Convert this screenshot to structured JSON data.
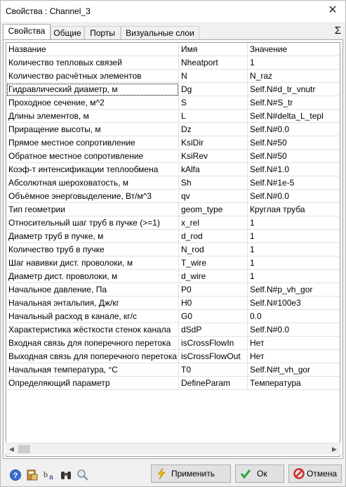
{
  "window": {
    "title": "Свойства :  Channel_3",
    "close_label": "✕"
  },
  "tabs": [
    {
      "label": "Свойства",
      "active": true
    },
    {
      "label": "Общие",
      "active": false
    },
    {
      "label": "Порты",
      "active": false
    },
    {
      "label": "Визуальные слои",
      "active": false
    }
  ],
  "sigma_label": "Σ",
  "table": {
    "columns": [
      "Название",
      "Имя",
      "Значение"
    ],
    "rows": [
      [
        "Количество тепловых связей",
        "Nheatport",
        "1"
      ],
      [
        "Количество расчётных элементов",
        "N",
        "N_raz"
      ],
      [
        "Гидравлический диаметр, м",
        "Dg",
        "Self.N#d_tr_vnutr"
      ],
      [
        "Проходное сечение, м^2",
        "S",
        "Self.N#S_tr"
      ],
      [
        "Длины элементов, м",
        "L",
        "Self.N#delta_L_tepl"
      ],
      [
        "Приращение высоты, м",
        "Dz",
        "Self.N#0.0"
      ],
      [
        "Прямое местное сопротивление",
        "KsiDir",
        "Self.N#50"
      ],
      [
        "Обратное местное сопротивление",
        "KsiRev",
        "Self.N#50"
      ],
      [
        "Коэф-т интенсификации теплообмена",
        "kAlfa",
        "Self.N#1.0"
      ],
      [
        "Абсолютная шероховатость, м",
        "Sh",
        "Self.N#1e-5"
      ],
      [
        "Объёмное энерговыделение, Вт/м^3",
        "qv",
        "Self.N#0.0"
      ],
      [
        "Тип геометрии",
        "geom_type",
        "Круглая труба"
      ],
      [
        "Относительный шаг труб в пучке (>=1)",
        "x_rel",
        "1"
      ],
      [
        "Диаметр труб в пучке, м",
        "d_rod",
        "1"
      ],
      [
        "Количество труб в пучке",
        "N_rod",
        "1"
      ],
      [
        "Шаг навивки дист. проволоки, м",
        "T_wire",
        "1"
      ],
      [
        "Диаметр дист. проволоки, м",
        "d_wire",
        "1"
      ],
      [
        "Начальное давление, Па",
        "P0",
        "Self.N#p_vh_gor"
      ],
      [
        "Начальная энтальпия, Дж/кг",
        "H0",
        "Self.N#100e3"
      ],
      [
        "Начальный расход в канале, кг/с",
        "G0",
        "0.0"
      ],
      [
        "Характеристика жёсткости стенок канала",
        "dSdP",
        "Self.N#0.0"
      ],
      [
        "Входная связь для поперечного перетока",
        "isCrossFlowIn",
        "Нет"
      ],
      [
        "Выходная связь для поперечного перетока",
        "isCrossFlowOut",
        "Нет"
      ],
      [
        "Начальная температура, °С",
        "T0",
        "Self.N#t_vh_gor"
      ],
      [
        "Определяющий параметр",
        "DefineParam",
        "Температура"
      ]
    ]
  },
  "toolbar_icons": [
    "help-icon",
    "calculator-icon",
    "font-icon",
    "binoculars-icon",
    "magnifier-icon"
  ],
  "buttons": {
    "apply": "Применить",
    "ok": "Ок",
    "cancel": "Отмена"
  },
  "colors": {
    "accent_green": "#2e9e3a",
    "cancel_red": "#d22a2a",
    "apply_yellow": "#f2b90f"
  }
}
